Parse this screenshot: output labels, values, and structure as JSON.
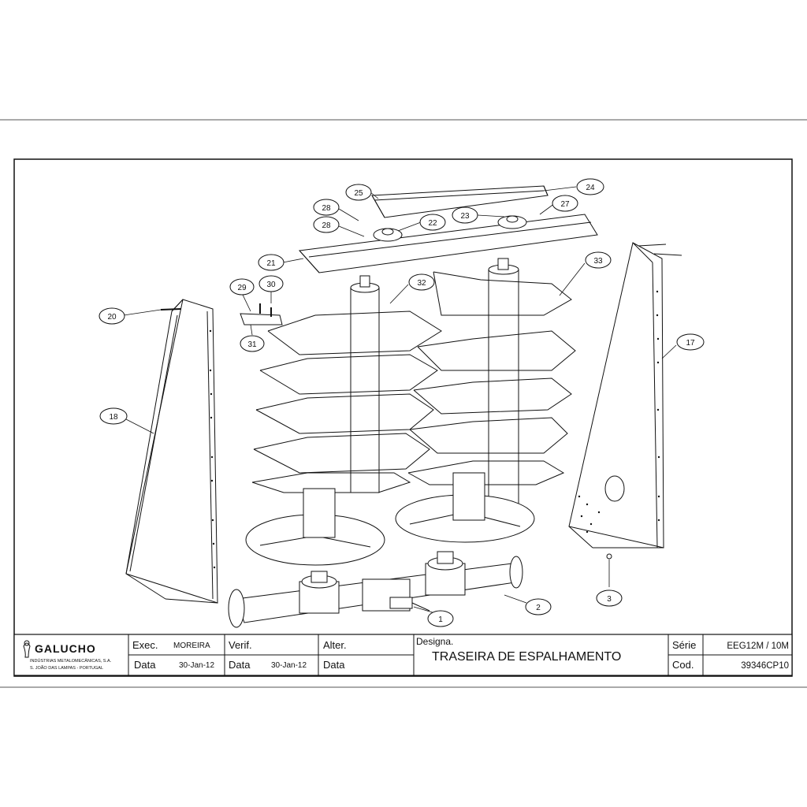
{
  "callouts": [
    {
      "id": "c1",
      "label": "1"
    },
    {
      "id": "c2",
      "label": "2"
    },
    {
      "id": "c3",
      "label": "3"
    },
    {
      "id": "c17",
      "label": "17"
    },
    {
      "id": "c18",
      "label": "18"
    },
    {
      "id": "c20",
      "label": "20"
    },
    {
      "id": "c21",
      "label": "21"
    },
    {
      "id": "c22",
      "label": "22"
    },
    {
      "id": "c23",
      "label": "23"
    },
    {
      "id": "c24",
      "label": "24"
    },
    {
      "id": "c25",
      "label": "25"
    },
    {
      "id": "c27",
      "label": "27"
    },
    {
      "id": "c28a",
      "label": "28"
    },
    {
      "id": "c28b",
      "label": "28"
    },
    {
      "id": "c29",
      "label": "29"
    },
    {
      "id": "c30",
      "label": "30"
    },
    {
      "id": "c31",
      "label": "31"
    },
    {
      "id": "c32",
      "label": "32"
    },
    {
      "id": "c33",
      "label": "33"
    }
  ],
  "title_block": {
    "company": "GALUCHO",
    "company_line1": "INDÚSTRIAS METALOMECÂNICAS, S.A.",
    "company_line2": "S. JOÃO DAS LAMPAS - PORTUGAL",
    "exec_label": "Exec.",
    "exec_value": "MOREIRA",
    "date_label": "Data",
    "exec_date": "30-Jan-12",
    "verif_label": "Verif.",
    "verif_date": "30-Jan-12",
    "alter_label": "Alter.",
    "alter_date_label": "Data",
    "designation_label": "Designa.",
    "designation": "TRASEIRA DE ESPALHAMENTO",
    "serie_label": "Série",
    "serie_value": "EEG12M / 10M",
    "cod_label": "Cod.",
    "cod_value": "39346CP10"
  }
}
